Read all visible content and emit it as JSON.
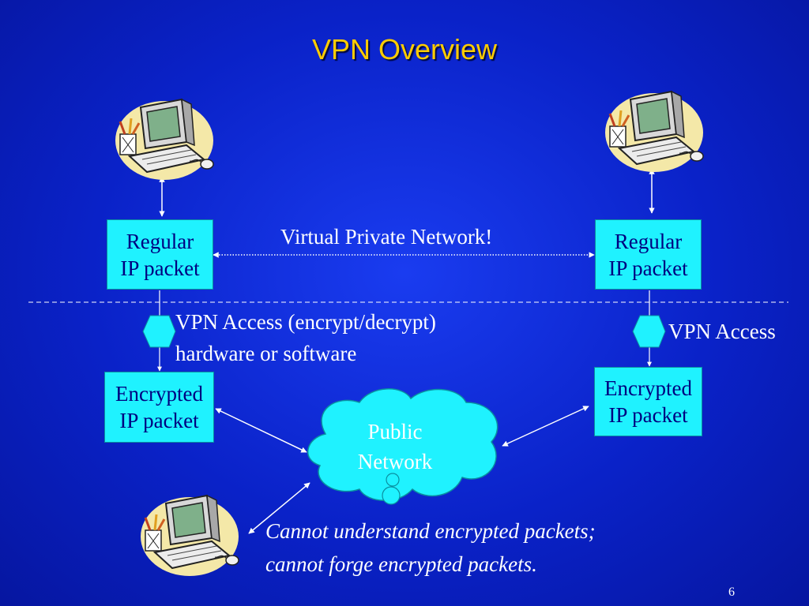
{
  "slide": {
    "title": "VPN Overview",
    "page_number": "6"
  },
  "labels": {
    "vpn_link": "Virtual Private Network!",
    "vpn_access_left_line1": "VPN Access (encrypt/decrypt)",
    "vpn_access_left_line2": "hardware or software",
    "vpn_access_right": "VPN Access",
    "cloud_line1": "Public",
    "cloud_line2": "Network",
    "caption_line1": "Cannot understand encrypted packets;",
    "caption_line2": "cannot forge encrypted packets."
  },
  "boxes": {
    "left_regular": [
      "Regular",
      "IP packet"
    ],
    "right_regular": [
      "Regular",
      "IP packet"
    ],
    "left_encrypted": [
      "Encrypted",
      "IP packet"
    ],
    "right_encrypted": [
      "Encrypted",
      "IP packet"
    ]
  },
  "icons": {
    "computer_left": "computer-clipart-icon",
    "computer_right": "computer-clipart-icon",
    "computer_attacker": "computer-clipart-icon",
    "vpn_device": "hexagon-icon",
    "network": "cloud-icon"
  },
  "colors": {
    "background": "#0a22c8",
    "title": "#ffcc00",
    "box_fill": "#1ff2ff",
    "box_text": "#000080",
    "text": "#ffffff"
  }
}
